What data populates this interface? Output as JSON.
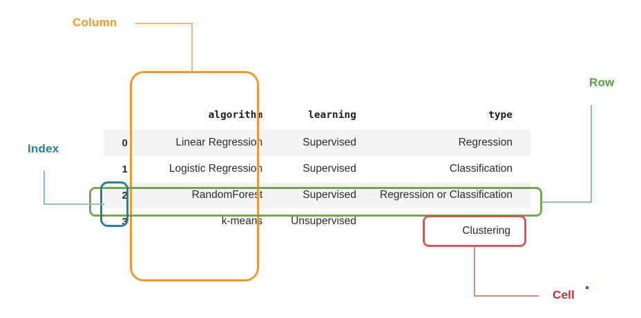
{
  "figure": {
    "title": "pandas DataFrame anatomy diagram",
    "background": "#ffffff"
  },
  "table": {
    "index_header": "",
    "columns": [
      "algorithm",
      "learning",
      "type"
    ],
    "index": [
      "0",
      "1",
      "2",
      "3"
    ],
    "rows": [
      {
        "index": "0",
        "algorithm": "Linear Regression",
        "learning": "Supervised",
        "type": "Regression"
      },
      {
        "index": "1",
        "algorithm": "Logistic Regression",
        "learning": "Supervised",
        "type": "Classification"
      },
      {
        "index": "2",
        "algorithm": "RandomForest",
        "learning": "Supervised",
        "type": "Regression or Classification"
      },
      {
        "index": "3",
        "algorithm": "k-means",
        "learning": "Unsupervised",
        "type": "Clustering"
      }
    ]
  },
  "annotations": {
    "column": {
      "label": "Column",
      "color": "#ef9a2e",
      "target": "algorithm column"
    },
    "row": {
      "label": "Row",
      "color": "#57a03e",
      "target": "row index 2"
    },
    "index": {
      "label": "Index",
      "color": "#2a8296",
      "target": "index value 2"
    },
    "cell": {
      "label": "Cell",
      "color": "#cc2b2b",
      "target": "Clustering"
    }
  }
}
